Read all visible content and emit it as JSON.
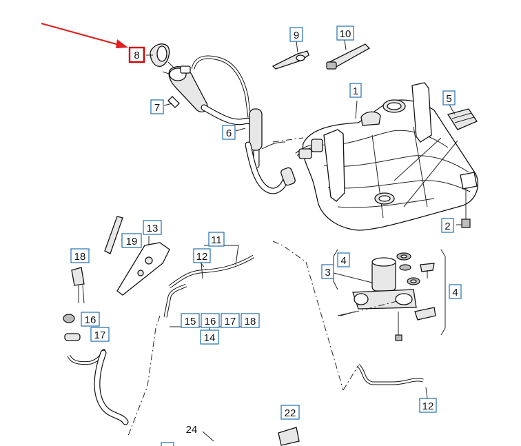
{
  "callouts": {
    "c1": "1",
    "c2": "2",
    "c3": "3",
    "c4a": "4",
    "c4b": "4",
    "c5": "5",
    "c6": "6",
    "c7": "7",
    "c8": "8",
    "c9": "9",
    "c10": "10",
    "c11": "11",
    "c12a": "12",
    "c12b": "12",
    "c13": "13",
    "c14": "14",
    "c15": "15",
    "c16a": "16",
    "c16b": "16",
    "c17a": "17",
    "c17b": "17",
    "c18a": "18",
    "c18b": "18",
    "c19": "19",
    "c22": "22",
    "c24": "24"
  },
  "highlight": {
    "color": "#d40000",
    "arrow_color": "#e02020"
  },
  "accent": {
    "callout_border": "#1f6fb0"
  }
}
